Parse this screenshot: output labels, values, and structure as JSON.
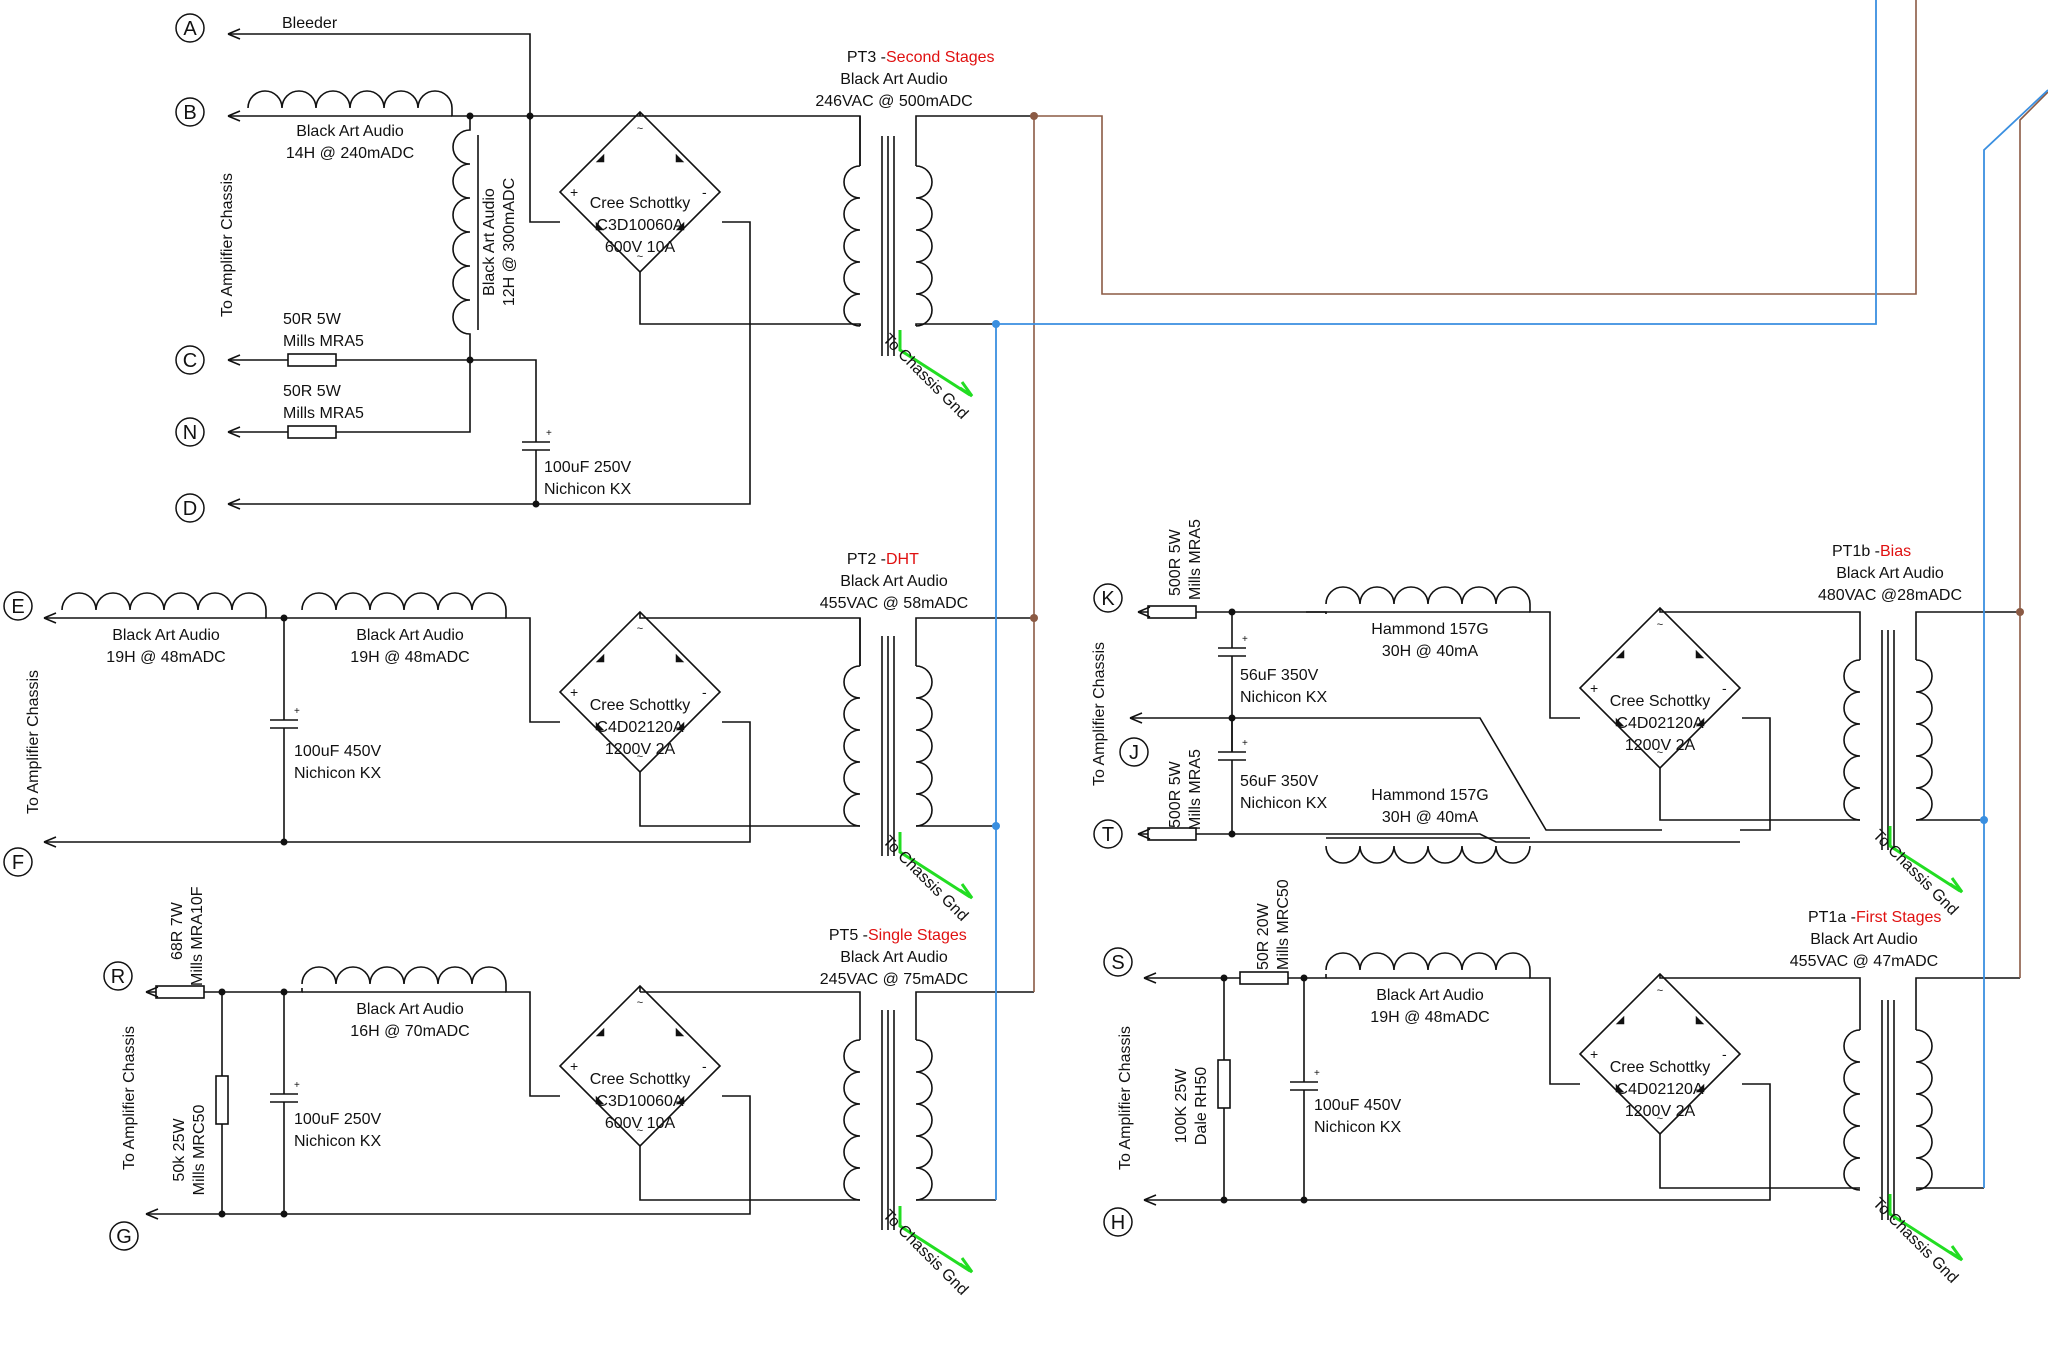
{
  "terminals": {
    "A": "A",
    "B": "B",
    "C": "C",
    "N": "N",
    "D": "D",
    "E": "E",
    "F": "F",
    "R": "R",
    "G": "G",
    "K": "K",
    "J": "J",
    "T": "T",
    "S": "S",
    "H": "H"
  },
  "chassis_label": "To Amplifier Chassis",
  "chassis_gnd": "To Chassis Gnd",
  "pt3": {
    "name": "PT3 - ",
    "role": "Second Stages",
    "maker": "Black Art Audio",
    "rating": "246VAC @ 500mADC",
    "bleeder": "Bleeder",
    "choke1": "Black Art Audio",
    "choke1_rating": "14H @ 240mADC",
    "choke2": "Black Art Audio",
    "choke2_rating": "12H @ 300mADC",
    "rect1": "Cree Schottky",
    "rect2": "C3D10060A",
    "rect3": "600V 10A",
    "res1a": "50R 5W",
    "res1b": "Mills MRA5",
    "res2a": "50R 5W",
    "res2b": "Mills MRA5",
    "cap1": "100uF 250V",
    "cap2": "Nichicon KX"
  },
  "pt2": {
    "name": "PT2 - ",
    "role": "DHT",
    "maker": "Black Art Audio",
    "rating": "455VAC @ 58mADC",
    "choke1": "Black Art Audio",
    "choke1_rating": "19H @ 48mADC",
    "choke2": "Black Art Audio",
    "choke2_rating": "19H @ 48mADC",
    "rect1": "Cree Schottky",
    "rect2": "C4D02120A",
    "rect3": "1200V 2A",
    "cap1": "100uF 450V",
    "cap2": "Nichicon KX"
  },
  "pt5": {
    "name": "PT5 - ",
    "role": "Single Stages",
    "maker": "Black Art Audio",
    "rating": "245VAC @ 75mADC",
    "choke1": "Black Art Audio",
    "choke1_rating": "16H @ 70mADC",
    "rect1": "Cree Schottky",
    "rect2": "C3D10060A",
    "rect3": "600V 10A",
    "resA1": "68R 7W",
    "resA2": "Mills MRA10F",
    "resB1": "50k 25W",
    "resB2": "Mills MRC50",
    "cap1": "100uF 250V",
    "cap2": "Nichicon KX"
  },
  "pt1b": {
    "name": "PT1b -",
    "role": "Bias",
    "maker": "Black Art Audio",
    "rating": "480VAC @28mADC",
    "choke1": "Hammond 157G",
    "choke1_rating": "30H @ 40mA",
    "choke2": "Hammond 157G",
    "choke2_rating": "30H @ 40mA",
    "rect1": "Cree Schottky",
    "rect2": "C4D02120A",
    "rect3": "1200V 2A",
    "resK1": "500R 5W",
    "resK2": "Mills MRA5",
    "resT1": "500R 5W",
    "resT2": "Mills MRA5",
    "capA1": "56uF 350V",
    "capA2": "Nichicon KX",
    "capB1": "56uF 350V",
    "capB2": "Nichicon KX"
  },
  "pt1a": {
    "name": "PT1a - ",
    "role": "First Stages",
    "maker": "Black Art Audio",
    "rating": "455VAC @ 47mADC",
    "choke1": "Black Art Audio",
    "choke1_rating": "19H @ 48mADC",
    "rect1": "Cree Schottky",
    "rect2": "C4D02120A",
    "rect3": "1200V 2A",
    "resS1": "50R 20W",
    "resS2": "Mills MRC50",
    "resH1": "100K 25W",
    "resH2": "Dale RH50",
    "cap1": "100uF 450V",
    "cap2": "Nichicon KX"
  }
}
